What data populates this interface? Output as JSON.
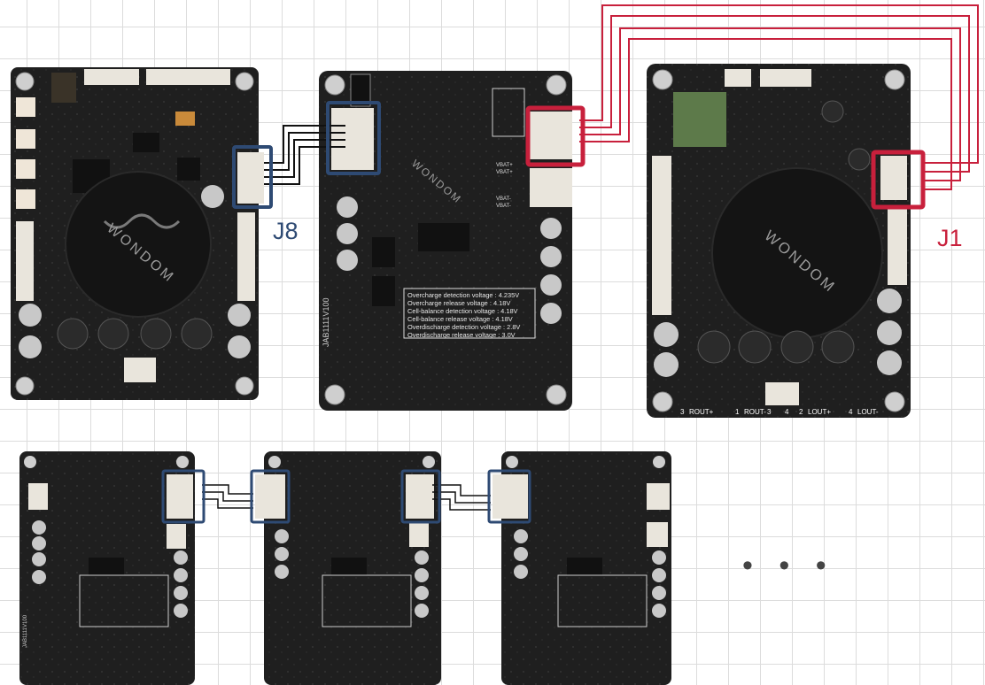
{
  "labels": {
    "j8": "J8",
    "j1": "J1",
    "continuation": "• • •"
  },
  "brand": "WONDOM",
  "board_codes": {
    "amp_left": "",
    "bms_top": "JAB1111V100",
    "bms_small": "JAB1111V100"
  },
  "spec_panel": [
    "Overcharge detection voltage : 4.235V",
    "Overcharge release voltage : 4.18V",
    "Cell-balance detection voltage : 4.18V",
    "Cell-balance release voltage : 4.18V",
    "Overdischarge detection voltage : 2.8V",
    "Overdischarge release voltage : 3.0V"
  ],
  "terminals": {
    "t1": "3",
    "t1_label": "ROUT+",
    "t2": "1",
    "t2_label": "ROUT-",
    "t3": "3",
    "t4": "4",
    "t5": "2",
    "t5_label": "LOUT+",
    "t6": "4",
    "t6_label": "LOUT-"
  },
  "connector_labels": [
    "VBAT+",
    "VBAT+",
    "VBAT-",
    "VBAT-"
  ],
  "colors": {
    "blue_highlight": "#2e4a73",
    "red_highlight": "#c8203c",
    "board": "#232323"
  }
}
